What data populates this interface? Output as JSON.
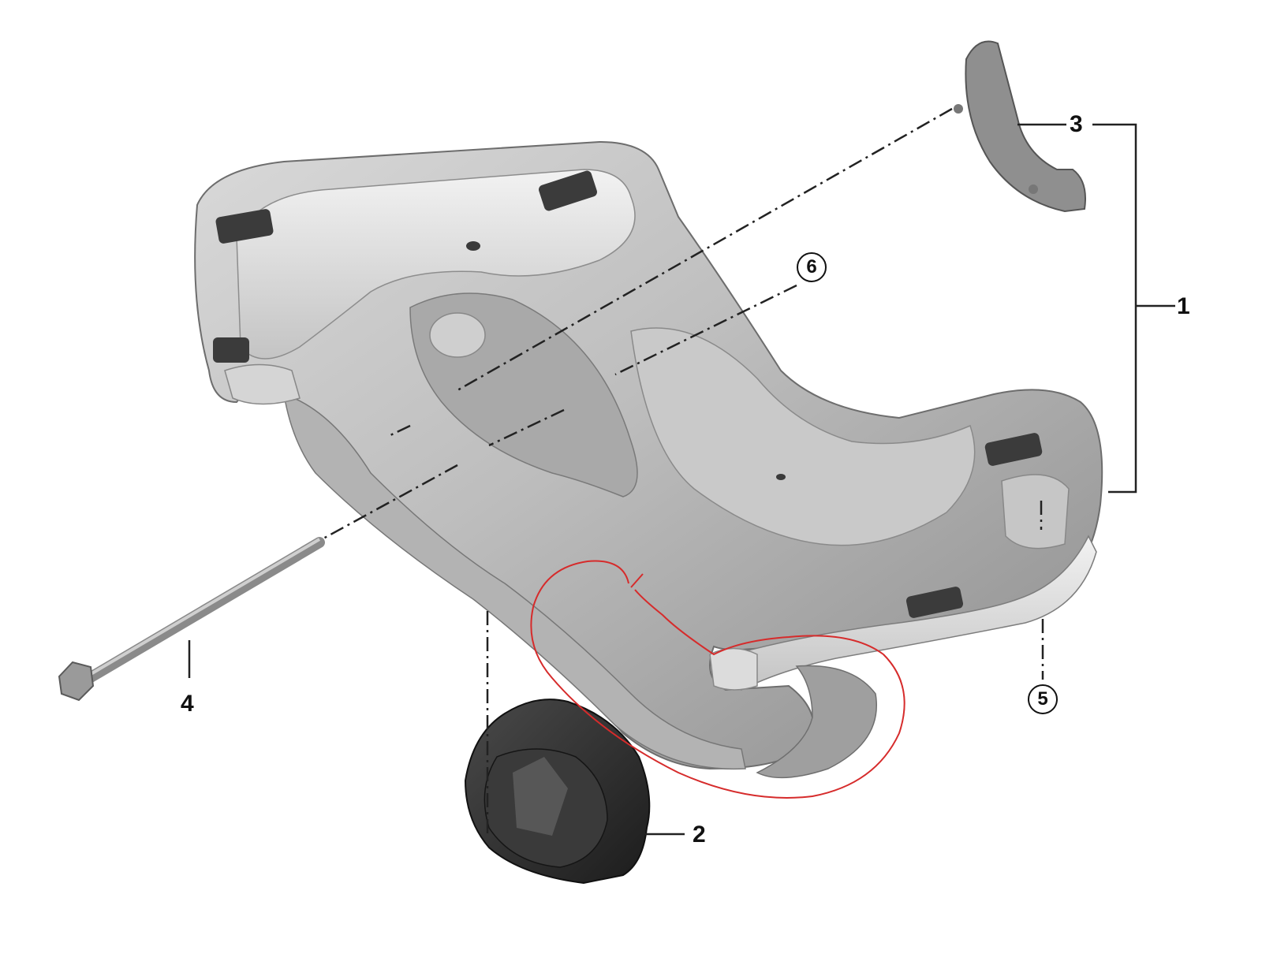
{
  "diagram": {
    "callouts": [
      {
        "id": "1",
        "text": "1"
      },
      {
        "id": "2",
        "text": "2"
      },
      {
        "id": "3",
        "text": "3"
      },
      {
        "id": "4",
        "text": "4"
      },
      {
        "id": "5",
        "text": "5"
      },
      {
        "id": "6",
        "text": "6"
      }
    ],
    "colors": {
      "part_metal": "#b9b9b9",
      "part_metal_light": "#e6e6e6",
      "part_metal_dark": "#7a7a7a",
      "rubber_mount": "#2b2b2b",
      "annotation_red": "#d62b2b",
      "leader_lines": "#222222"
    }
  }
}
